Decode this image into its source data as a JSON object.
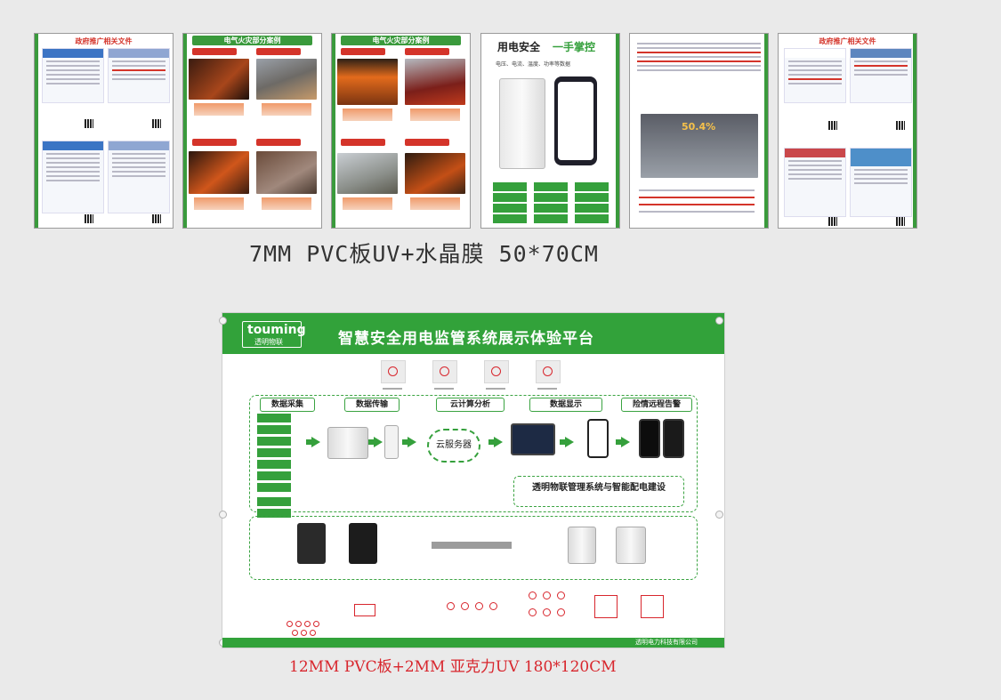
{
  "posters": [
    {
      "title": "政府推广相关文件"
    },
    {
      "title": "电气火灾部分案例"
    },
    {
      "title": "电气火灾部分案例"
    },
    {
      "title": "用电安全 一手掌控",
      "title_main": "用电安全",
      "title_accent": "一手掌控",
      "subtitle": "电压、电流、温度、功率等数据"
    },
    {
      "title": "",
      "badge": "50.4%"
    },
    {
      "title": "政府推广相关文件"
    }
  ],
  "caption_top": "7MM PVC板UV+水晶膜 50*70CM",
  "board": {
    "logo_main": "touming",
    "logo_sub": "透明物联",
    "title": "智慧安全用电监管系统展示体验平台",
    "stages": [
      "数据采集",
      "数据传输",
      "云计算分析",
      "数据显示",
      "险情远程告警"
    ],
    "cloud_label": "云服务器",
    "mgmt_title": "透明物联管理系统与智能配电建设",
    "footer": "透明电力科技有限公司"
  },
  "caption_bottom": "12MM PVC板+2MM 亚克力UV 180*120CM",
  "colors": {
    "brand_green": "#32a23a",
    "accent_red": "#d8262d"
  }
}
